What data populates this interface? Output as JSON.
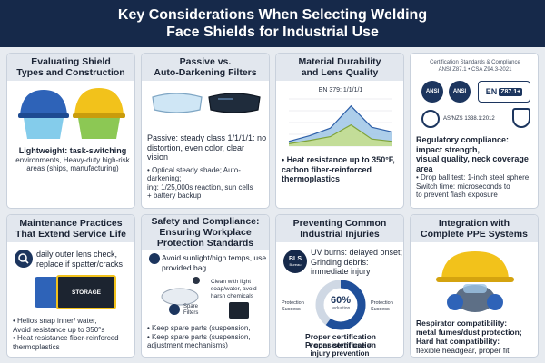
{
  "header": {
    "title_line1": "Key Considerations When Selecting Welding",
    "title_line2": "Face Shields for Industrial Use"
  },
  "cards": {
    "c1": {
      "title_line1": "Evaluating Shield",
      "title_line2": "Types and Construction",
      "text_bold": "Lightweight: task-switching",
      "text_line2": "environments, Heavy-duty high-risk",
      "text_line3": "areas (ships, manufacturing)"
    },
    "c2": {
      "title_line1": "Passive vs.",
      "title_line2": "Auto-Darkening Filters",
      "text_line1": "Passive: steady class 1/1/1/1: no",
      "text_line2": "distortion, even color, clear vision",
      "text_line3": "• Optical steady shade; Auto-darkening;",
      "text_line4": "ing: 1/25,000s reaction, sun cells",
      "text_line5": "+ battery backup"
    },
    "c3": {
      "title_line1": "Material Durability",
      "title_line2": "and Lens Quality",
      "chart_caption": "EN 379: 1/1/1/1",
      "text_line1": "• Heat resistance up to 350°F,",
      "text_line2": "carbon fiber-reinforced",
      "text_line3": "thermoplastics"
    },
    "c4": {
      "cert_line1": "Certification Standards & Compliance",
      "cert_line2": "ANSI Z87.1 • CSA Z94.3-2021",
      "logo_ansi": "ANSI",
      "logo_ansi2": "ANSI",
      "logo_en": "EN",
      "logo_z87": "Z87.1+",
      "logo_as": "AS/NZS 1338.1:2012",
      "text_line1": "Regulatory compliance:",
      "text_line2": "impact strength,",
      "text_line3": "visual quality, neck coverage",
      "text_line4": "area",
      "text_line5": "• Drop ball test: 1-inch steel sphere;",
      "text_line6": "Switch time: microseconds to",
      "text_line7": "to prevent flash exposure"
    },
    "c5": {
      "title_line1": "Maintenance Practices",
      "title_line2": "That Extend Service Life",
      "tip_line1": "daily outer lens check,",
      "tip_line2": "replace if spatter/cracks",
      "bag_label": "STORAGE",
      "text_line1": "• Helios snap inner/ water,",
      "text_line2": "Avoid resistance up to 350°s",
      "text_line3": "• Heat resistance fiber-reinforced",
      "text_line4": "thermoplastics"
    },
    "c6": {
      "title_line1": "Safety and Compliance:",
      "title_line2": "Ensuring Workplace",
      "title_line3": "Protection Standards",
      "tip_line1": "Avoid sunlight/high temps, use",
      "tip_line2": "provided bag",
      "clean_line1": "Clean with light",
      "clean_line2": "soap/water, avoid",
      "clean_line3": "harsh chemicals",
      "spare_line1": "Spare",
      "spare_line2": "Filters",
      "text_line1": "• Keep spare parts (suspension,",
      "text_line2": "• Keep spare parts (suspension,",
      "text_line3": "adjustment mechanisms)"
    },
    "c7": {
      "title_line1": "Preventing Common",
      "title_line2": "Industrial Injuries",
      "badge": "BLS",
      "badge_sub": "Bureau",
      "uv_line1": "UV burns: delayed onset;",
      "uv_line2": "Grinding debris:",
      "uv_line3": "immediate injury",
      "donut_value": "60%",
      "donut_sub": "reduction",
      "left_label1": "Protection",
      "left_label2": "Success",
      "right_label1": "Protection",
      "right_label2": "Success",
      "text_line1": "Proper certification",
      "text_line2": "Proper certification",
      "text_line3": "+ consistent use =",
      "text_line4": "injury prevention"
    },
    "c8": {
      "title_line1": "Integration with",
      "title_line2": "Complete PPE Systems",
      "text_line1": "Respirator compatibility:",
      "text_line2": "metal fumes/dust protection;",
      "text_line3": "Hard hat compatibility:",
      "text_line4": "flexible headgear, proper fit"
    }
  },
  "chart_data": {
    "type": "area",
    "title": "EN 379: 1/1/1/1",
    "x": [
      1,
      2,
      3,
      4,
      5,
      6
    ],
    "series": [
      {
        "values": [
          10,
          22,
          38,
          85,
          40,
          30
        ]
      },
      {
        "values": [
          5,
          12,
          20,
          45,
          15,
          10
        ]
      }
    ],
    "ylim": [
      0,
      100
    ],
    "grid": true
  },
  "donut": {
    "fraction": 0.6
  },
  "colors": {
    "header_bg": "#16294a",
    "accent_blue": "#2d5fa8",
    "yellow": "#f2c21b",
    "green": "#7fc241",
    "navy": "#1c355e"
  }
}
